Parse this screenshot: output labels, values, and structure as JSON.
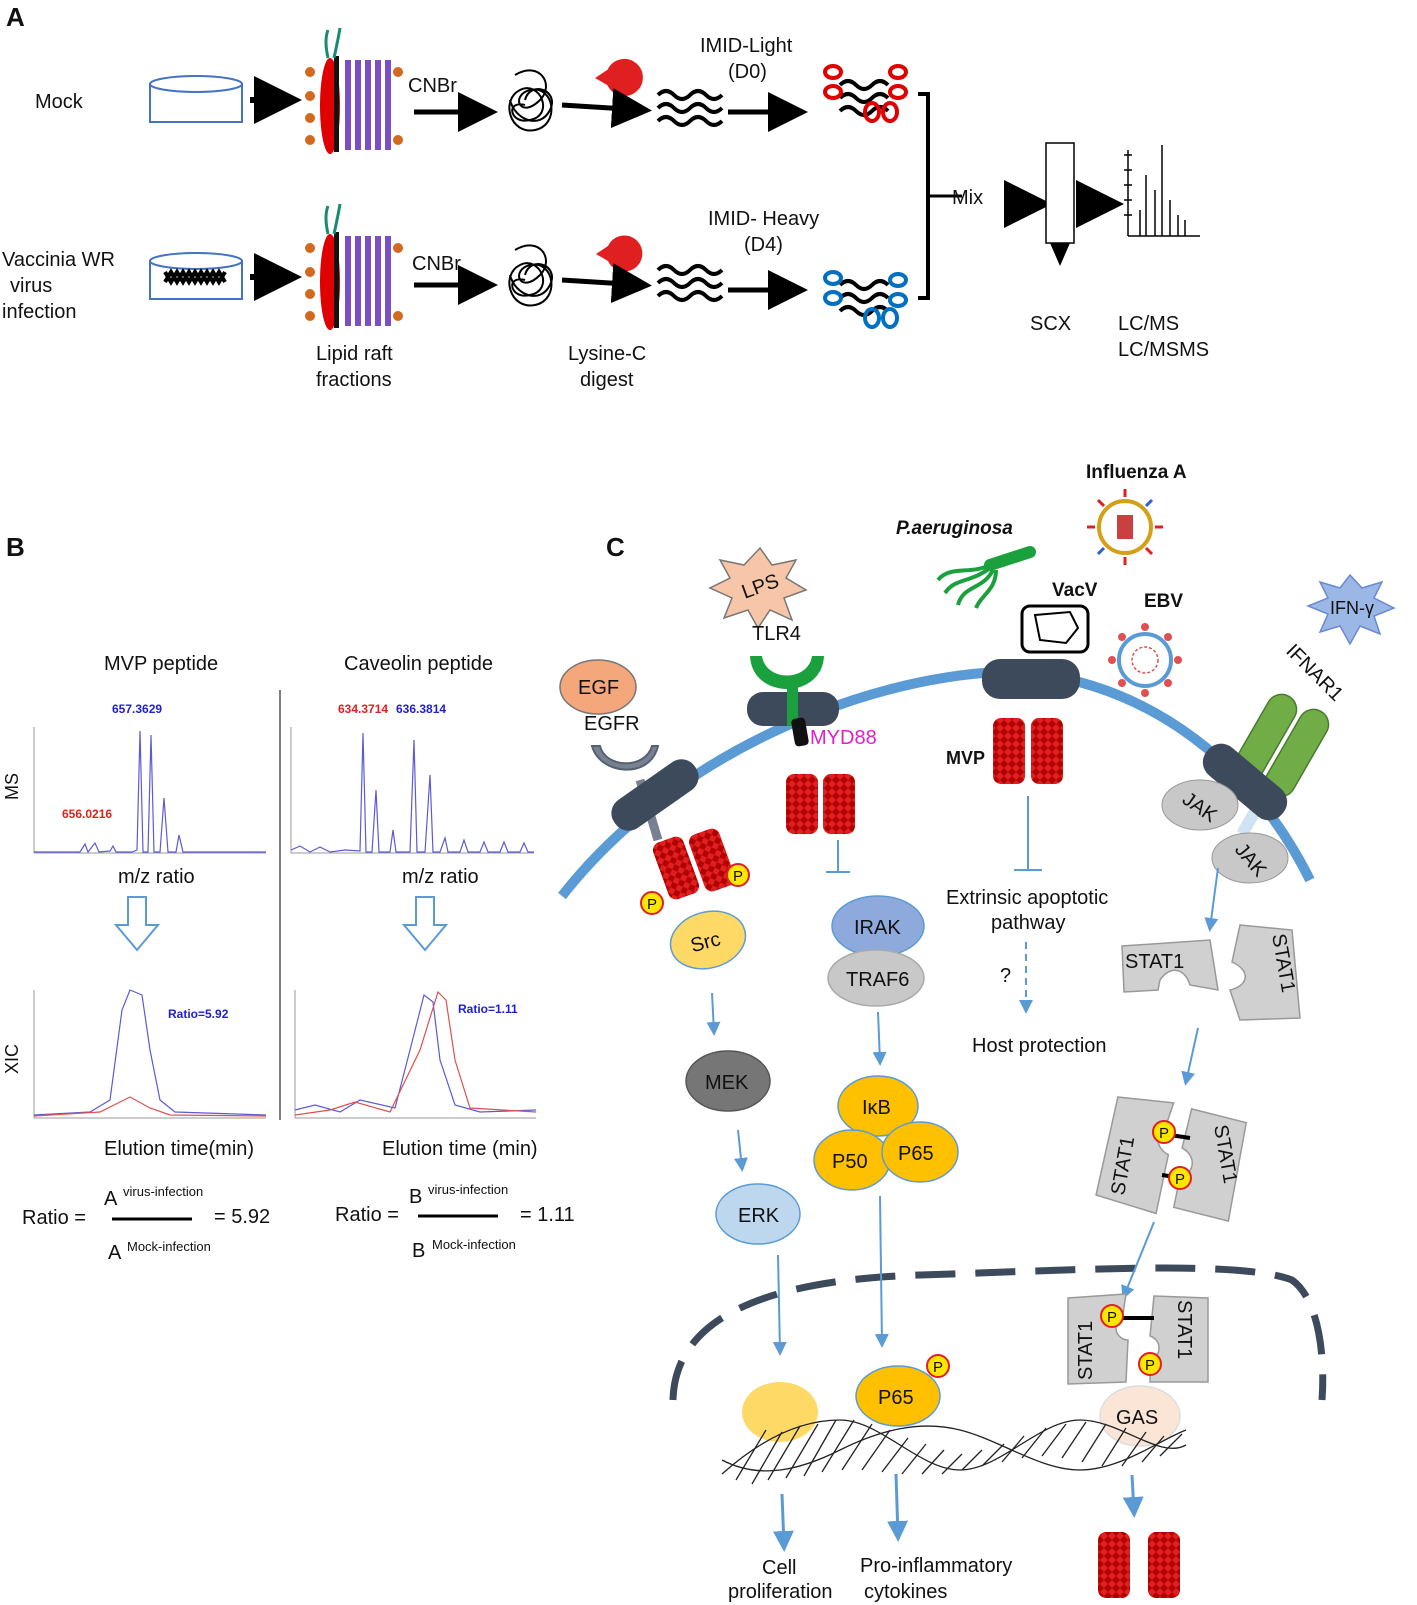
{
  "panels": {
    "a": "A",
    "b": "B",
    "c": "C"
  },
  "panel_a": {
    "rows": [
      {
        "label_lines": [
          "Mock"
        ],
        "cleavage": "CNBr",
        "label_reagent": [
          "IMID-Light",
          "(D0)"
        ]
      },
      {
        "label_lines": [
          "Vaccinia WR",
          "virus",
          "infection"
        ],
        "cleavage": "CNBr",
        "label_reagent": [
          "IMID- Heavy",
          "(D4)"
        ]
      }
    ],
    "lipid_raft": [
      "Lipid raft",
      "fractions"
    ],
    "digest": [
      "Lysine-C",
      "digest"
    ],
    "mix": "Mix",
    "scx": "SCX",
    "lcms": [
      "LC/MS",
      "LC/MSMS"
    ]
  },
  "panel_b": {
    "left_title": "MVP peptide",
    "right_title": "Caveolin peptide",
    "ms_label": "MS",
    "xic_label": "XIC",
    "mz_label": "m/z ratio",
    "elution_left": "Elution time(min)",
    "elution_right": "Elution time (min)",
    "peaks_left": {
      "red": "656.0216",
      "blue": "657.3629"
    },
    "peaks_right": {
      "red": "634.3714",
      "blue": "636.3814"
    },
    "ratio_left": "Ratio=5.92",
    "ratio_right": "Ratio=1.11",
    "formula_left": {
      "lhs": "Ratio =",
      "num_base": "A",
      "num_sup": "virus-infection",
      "den_base": "A",
      "den_sup": "Mock-infection",
      "result": "= 5.92"
    },
    "formula_right": {
      "lhs": "Ratio =",
      "num_base": "B",
      "num_sup": "virus-infection",
      "den_base": "B",
      "den_sup": "Mock-infection",
      "result": "= 1.11"
    }
  },
  "panel_c": {
    "pathogens": {
      "influenza": "Influenza A",
      "paeruginosa": "P.aeruginosa",
      "vacv": "VacV",
      "ebv": "EBV"
    },
    "lps": "LPS",
    "ifn": "IFN-γ",
    "tlr4": "TLR4",
    "myd88": "MYD88",
    "egf": "EGF",
    "egfr": "EGFR",
    "ifnar1": "IFNAR1",
    "jak": "JAK",
    "mvp": "MVP",
    "p": "P",
    "src": "Src",
    "mek": "MEK",
    "erk": "ERK",
    "irak": "IRAK",
    "traf6": "TRAF6",
    "ikb": "IκB",
    "p50": "P50",
    "p65": "P65",
    "stat1": "STAT1",
    "gas": "GAS",
    "apoptotic": [
      "Extrinsic apoptotic",
      "pathway"
    ],
    "question": "?",
    "host_protection": "Host protection",
    "outputs": {
      "cell_prolif": [
        "Cell",
        "proliferation"
      ],
      "proinflam": [
        "Pro-inflammatory",
        "cytokines"
      ]
    },
    "colors": {
      "membrane": "#5b9bd5",
      "receptor": "#3d4a5c",
      "mvp_red": "#e02020",
      "p_yellow": "#ffe600",
      "arrow": "#5b9bd5"
    }
  }
}
